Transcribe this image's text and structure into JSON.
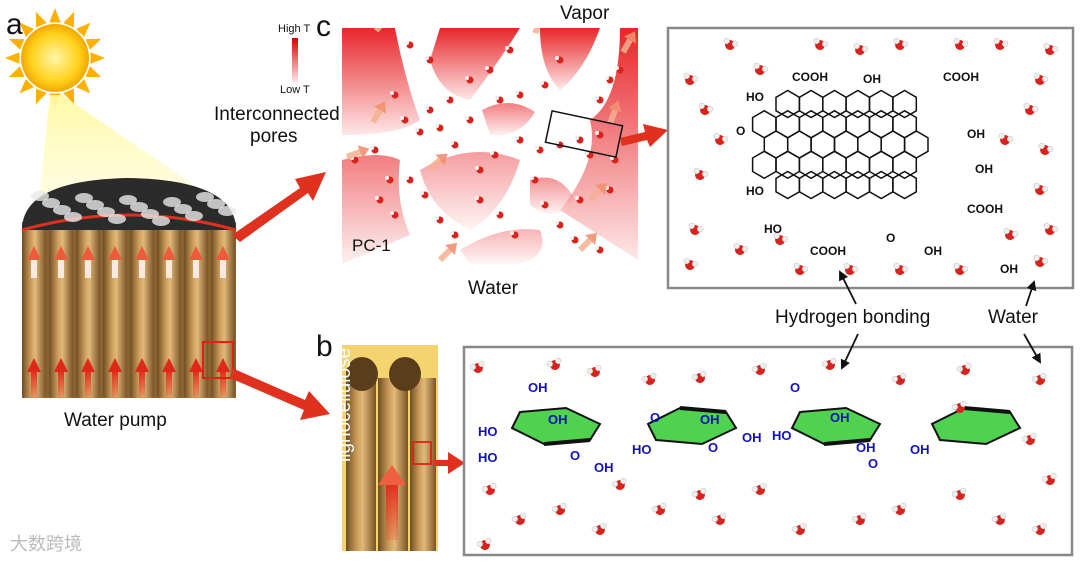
{
  "panels": {
    "a": "a",
    "b": "b",
    "c": "c"
  },
  "labels": {
    "water_pump": "Water pump",
    "interconnected_pores": [
      "Interconnected",
      "pores"
    ],
    "high_t": "High T",
    "low_t": "Low T",
    "pc1": "PC-1",
    "water_bottom": "Water",
    "vapor": "Vapor",
    "hydrogen_bonding": "Hydrogen bonding",
    "water_right": "Water",
    "lignocellulose": "lignocellulose"
  },
  "graphene_groups": [
    "COOH",
    "OH",
    "COOH",
    "HO",
    "O",
    "OH",
    "OH",
    "HO",
    "COOH",
    "HO",
    "OH",
    "COOH",
    "O",
    "OH"
  ],
  "cellulose_groups": [
    "OH",
    "HO",
    "HO",
    "OH",
    "O",
    "OH",
    "HO",
    "O",
    "OH",
    "OH",
    "O",
    "HO",
    "O",
    "OH",
    "OH",
    "O",
    "OH"
  ],
  "watermark": "大数跨境",
  "colors": {
    "arrow_red": "#e0301e",
    "wood": "#b58a4e",
    "sugar_green": "#4fd24f",
    "chem_blue": "#1010c0"
  }
}
